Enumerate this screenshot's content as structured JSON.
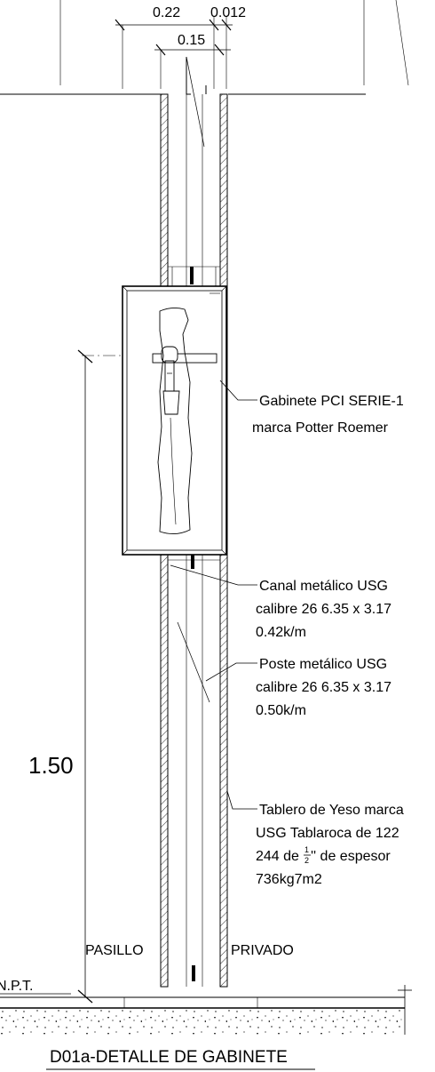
{
  "dimensions": {
    "wall_total": "0.22",
    "plaster_thickness": "0.012",
    "stud_width": "0.15",
    "cabinet_height": "1.50"
  },
  "annotations": {
    "cabinet_line1": "Gabinete PCI SERIE-1",
    "cabinet_line2": "marca Potter Roemer",
    "channel_line1": "Canal metálico USG",
    "channel_line2": "calibre 26 6.35 x 3.17",
    "channel_line3": "0.42k/m",
    "post_line1": "Poste metálico USG",
    "post_line2": "calibre 26 6.35 x 3.17",
    "post_line3": "0.50k/m",
    "board_line1": "Tablero de Yeso marca",
    "board_line2": "USG Tablaroca de 122",
    "board_line3_prefix": "244 de ",
    "board_fraction_num": "1",
    "board_fraction_den": "2",
    "board_line3_suffix": "'' de espesor",
    "board_line4": "736kg7m2"
  },
  "labels": {
    "left_side": "PASILLO",
    "right_side": "PRIVADO",
    "floor_level": "N.P.T."
  },
  "title": "D01a-DETALLE DE GABINETE"
}
